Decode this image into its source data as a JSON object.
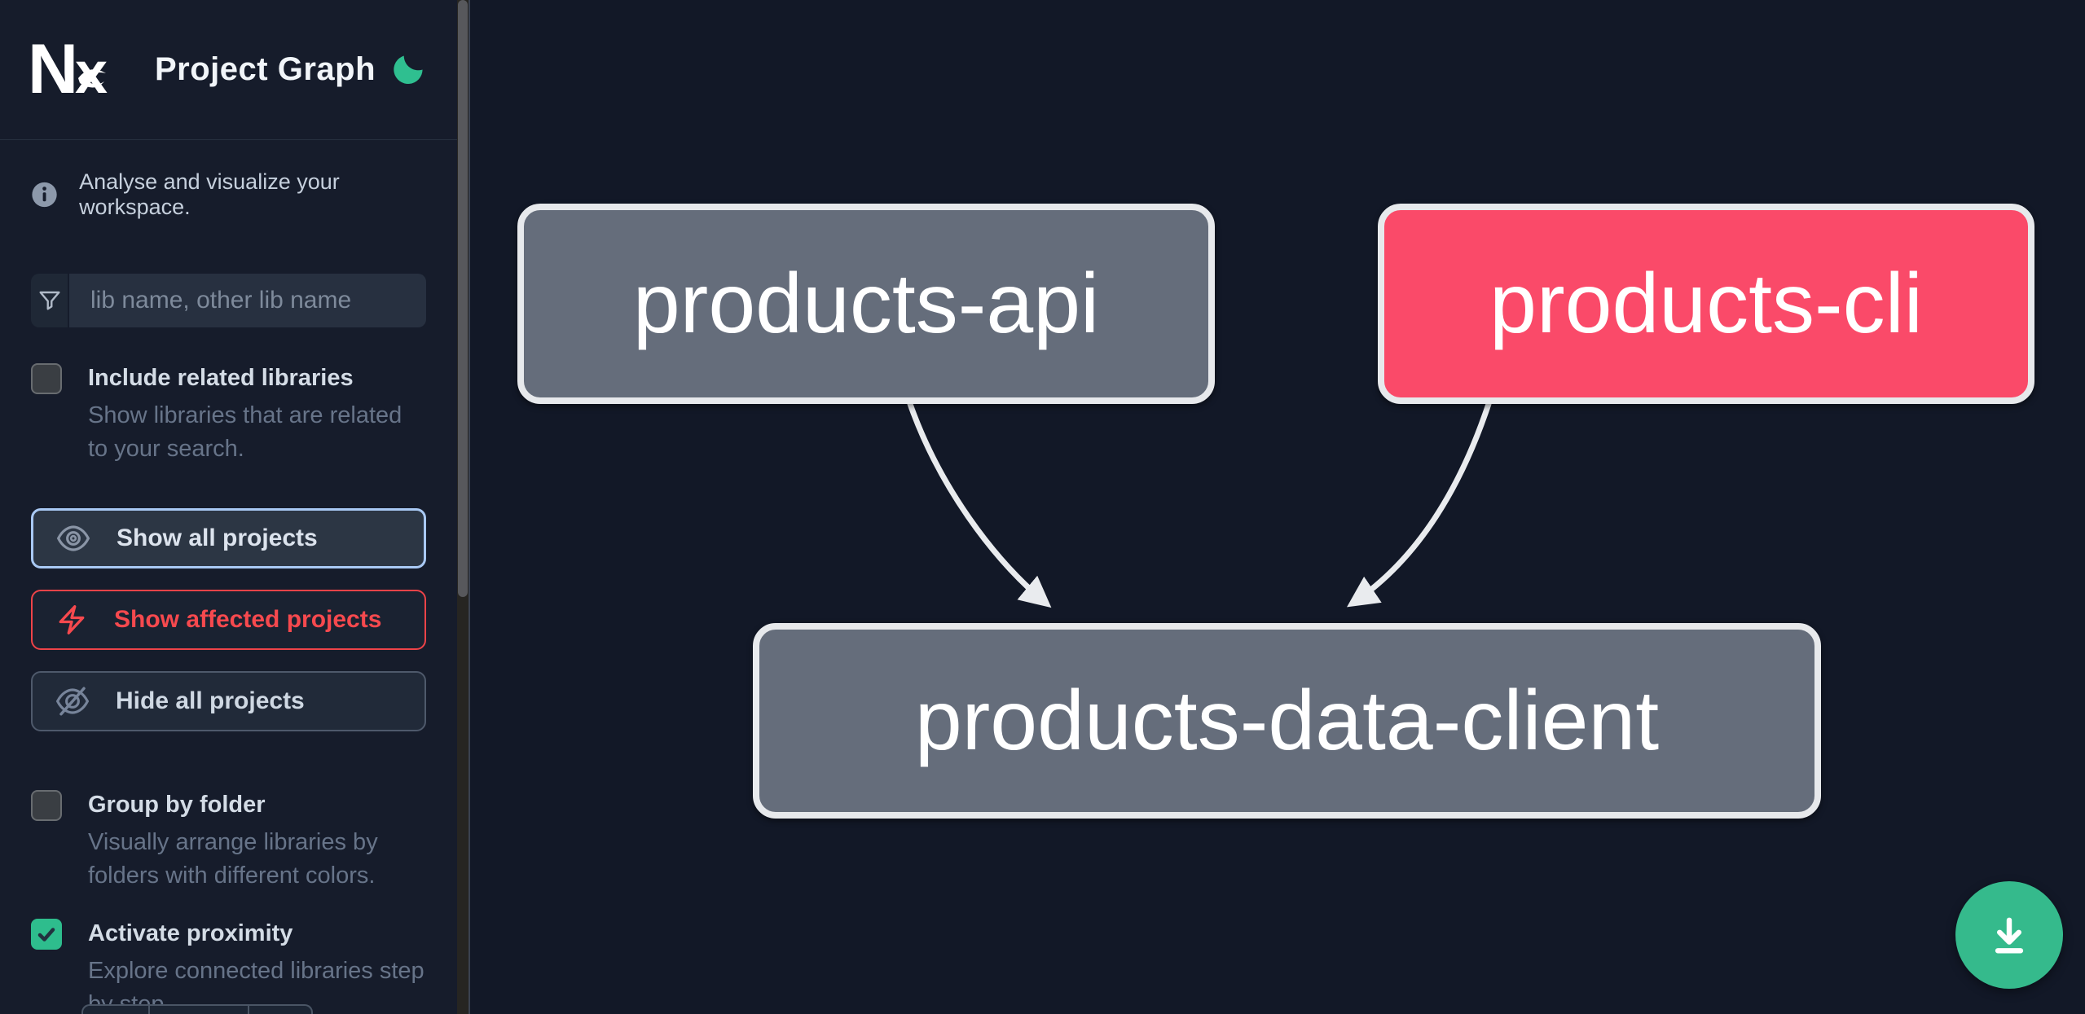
{
  "header": {
    "logo": "Nx",
    "title": "Project Graph"
  },
  "sidebar": {
    "tagline": "Analyse and visualize your workspace.",
    "search": {
      "placeholder": "lib name, other lib name",
      "icon": "funnel-icon"
    },
    "options": [
      {
        "id": "include-related-libraries",
        "label": "Include related libraries",
        "description": "Show libraries that are related to your search.",
        "checked": false
      },
      {
        "id": "group-by-folder",
        "label": "Group by folder",
        "description": "Visually arrange libraries by folders with different colors.",
        "checked": false
      },
      {
        "id": "activate-proximity",
        "label": "Activate proximity",
        "description": "Explore connected libraries step by step.",
        "checked": true
      }
    ],
    "actions": [
      {
        "id": "show-all-projects",
        "label": "Show all projects",
        "icon": "eye-icon",
        "state": "focused"
      },
      {
        "id": "show-affected-projects",
        "label": "Show affected projects",
        "icon": "bolt-icon",
        "state": "affected"
      },
      {
        "id": "hide-all-projects",
        "label": "Hide all projects",
        "icon": "eye-off-icon",
        "state": "default"
      }
    ]
  },
  "graph": {
    "nodes": [
      {
        "id": "products-api",
        "label": "products-api",
        "type": "default"
      },
      {
        "id": "products-cli",
        "label": "products-cli",
        "type": "affected"
      },
      {
        "id": "products-data-client",
        "label": "products-data-client",
        "type": "default"
      }
    ],
    "edges": [
      {
        "from": "products-api",
        "to": "products-data-client"
      },
      {
        "from": "products-cli",
        "to": "products-data-client"
      }
    ]
  },
  "fab": {
    "icon": "download-icon"
  },
  "colors": {
    "background": "#121827",
    "sidebar_background": "#161c2b",
    "node_gray": "#656d7b",
    "node_affected_pink": "#fa4a69",
    "node_border": "#e7e9ec",
    "edge": "#e9ebee",
    "accent_green": "#2ebd8d",
    "fab_green": "#35ba8c",
    "focus_blue": "#a9c9f4",
    "affected_red": "#f6494e"
  }
}
